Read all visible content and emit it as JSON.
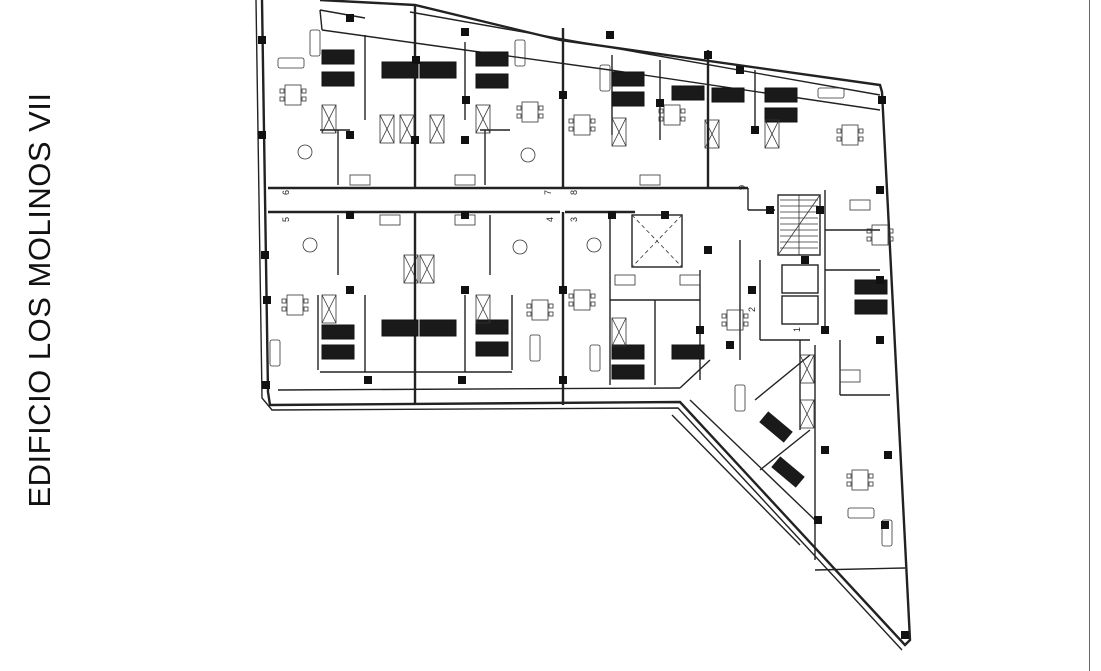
{
  "title": "EDIFICIO LOS MOLINOS VII",
  "unit_numbers": [
    "1",
    "2",
    "3",
    "4",
    "5",
    "6",
    "7",
    "8",
    "9"
  ]
}
